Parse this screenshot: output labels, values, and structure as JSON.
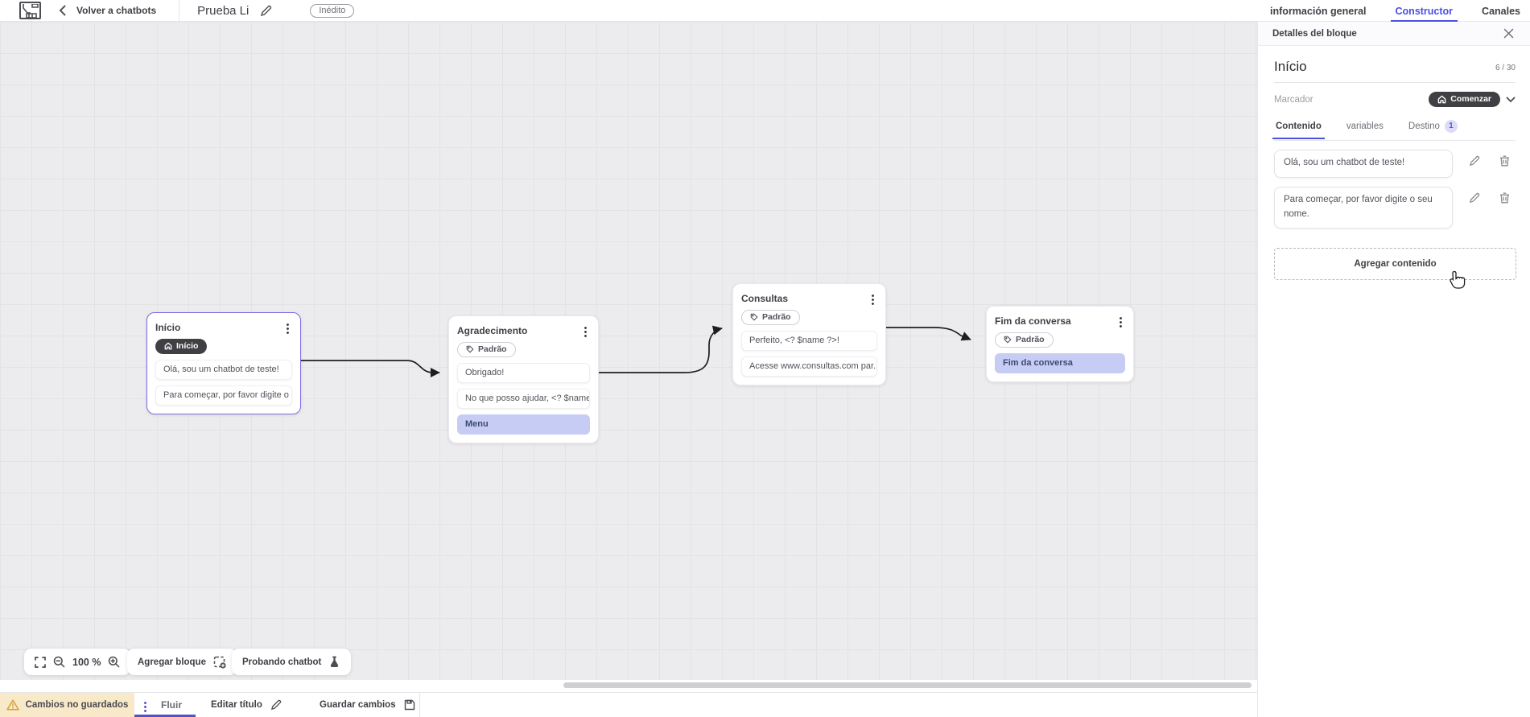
{
  "topbar": {
    "back_label": "Volver a chatbots",
    "title": "Prueba Li",
    "status_badge": "Inédito",
    "tabs": [
      {
        "label": "información general"
      },
      {
        "label": "Constructor"
      },
      {
        "label": "Canales"
      }
    ]
  },
  "panel": {
    "header": "Detalles del bloque",
    "block_name": "Início",
    "counter": "6 / 30",
    "marker_label": "Marcador",
    "marker_value": "Comenzar",
    "tabs": [
      {
        "label": "Contenido"
      },
      {
        "label": "variables"
      },
      {
        "label": "Destino",
        "badge": "1"
      }
    ],
    "contents": [
      "Olá, sou um chatbot de teste!",
      "Para começar, por favor digite o seu nome."
    ],
    "add_content_label": "Agregar contenido"
  },
  "canvas": {
    "zoom_level": "100 %",
    "toolbar": {
      "add_block_label": "Agregar bloque",
      "test_chatbot_label": "Probando chatbot"
    },
    "blocks": [
      {
        "title": "Início",
        "badge": "Início",
        "rows": [
          {
            "text": "Olá, sou um chatbot de teste!"
          },
          {
            "text": "Para começar, por favor digite o ..."
          }
        ]
      },
      {
        "title": "Agradecimento",
        "badge": "Padrão",
        "rows": [
          {
            "text": "Obrigado!"
          },
          {
            "text": "No que posso ajudar, <? $name ..."
          },
          {
            "text": "Menu"
          }
        ]
      },
      {
        "title": "Consultas",
        "badge": "Padrão",
        "rows": [
          {
            "text": "Perfeito, <? $name ?>!"
          },
          {
            "text": "Acesse www.consultas.com par..."
          }
        ]
      },
      {
        "title": "Fim da conversa",
        "badge": "Padrão",
        "rows": [
          {
            "text": "Fim da conversa"
          }
        ]
      }
    ]
  },
  "bottombar": {
    "unsaved_label": "Cambios no guardados",
    "flow_tab_label": "Fluir",
    "edit_title_label": "Editar título",
    "save_label": "Guardar cambios"
  },
  "colors": {
    "accent": "#4a51e0",
    "selected_border": "#7a6be2",
    "lavender_row": "#c6ccf4",
    "dark_pill": "#3f3f44",
    "warning_bg": "#f8e9c9"
  }
}
